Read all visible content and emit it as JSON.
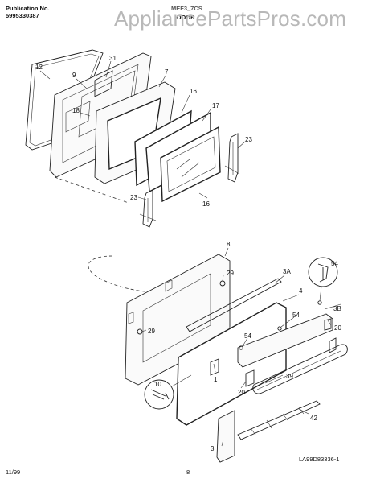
{
  "header": {
    "publication_label": "Publication No.",
    "publication_number": "5995330387",
    "model_partial": "MEF3_7CS",
    "section_title": "DOOR"
  },
  "watermark": "AppliancePartsPros.com",
  "footer": {
    "date": "11/99",
    "page": "8",
    "drawing_id": "LA99D83336-1"
  },
  "callouts": {
    "c12": "12",
    "c9": "9",
    "c31": "31",
    "c7": "7",
    "c16a": "16",
    "c18": "18",
    "c17": "17",
    "c23a": "23",
    "c23b": "23",
    "c16b": "16",
    "c8": "8",
    "c29a": "29",
    "c3a": "3A",
    "c4": "4",
    "c54a": "54",
    "c3b": "3B",
    "c29b": "29",
    "c54b": "54",
    "c20a": "20",
    "c1": "1",
    "c10": "10",
    "c39": "39",
    "c20b": "20",
    "c42": "42",
    "c3": "3"
  }
}
